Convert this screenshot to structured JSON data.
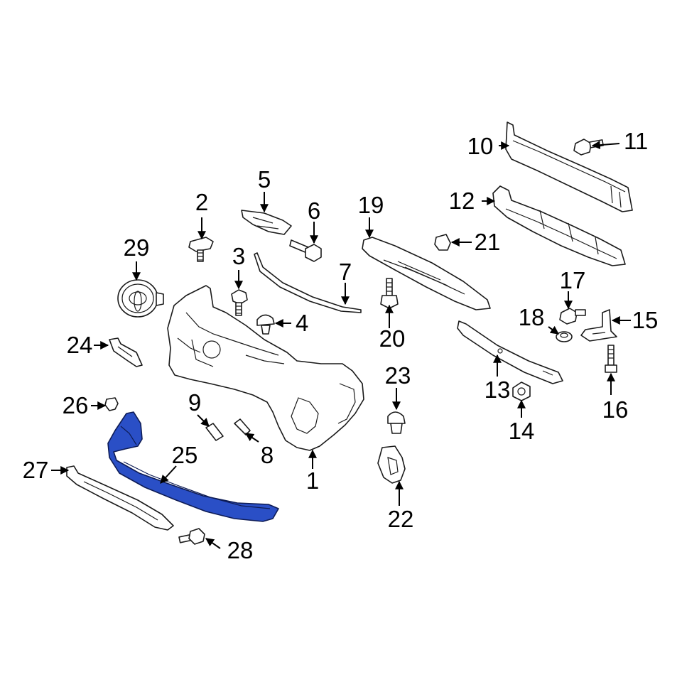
{
  "callouts": {
    "c1": "1",
    "c2": "2",
    "c3": "3",
    "c4": "4",
    "c5": "5",
    "c6": "6",
    "c7": "7",
    "c8": "8",
    "c9": "9",
    "c10": "10",
    "c11": "11",
    "c12": "12",
    "c13": "13",
    "c14": "14",
    "c15": "15",
    "c16": "16",
    "c17": "17",
    "c18": "18",
    "c19": "19",
    "c20": "20",
    "c21": "21",
    "c22": "22",
    "c23": "23",
    "c24": "24",
    "c25": "25",
    "c26": "26",
    "c27": "27",
    "c28": "28",
    "c29": "29"
  },
  "highlight_color": "#2a4fc6",
  "highlighted_part": "25"
}
